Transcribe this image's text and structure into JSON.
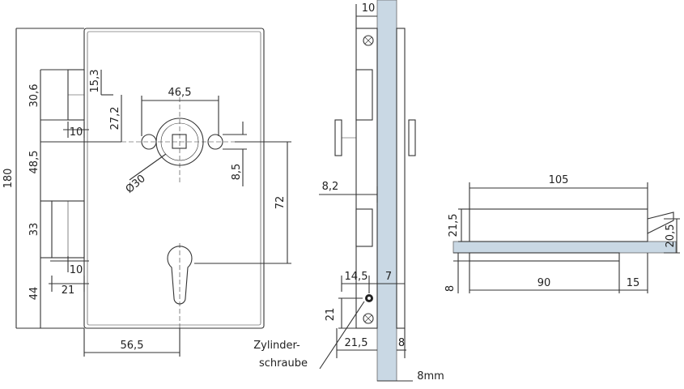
{
  "dims": {
    "total_height": "180",
    "d30_6": "30,6",
    "d15_3": "15,3",
    "d27_2": "27,2",
    "d46_5": "46,5",
    "d10_top": "10",
    "d48_5": "48,5",
    "d33": "33",
    "d44": "44",
    "d10_bottom": "10",
    "d21_front": "21",
    "d56_5": "56,5",
    "diameter_30": "Ø30",
    "d8_5": "8,5",
    "d72": "72",
    "side_top_10": "10",
    "side_8_2": "8,2",
    "side_14_5": "14,5",
    "side_7": "7",
    "side_21": "21",
    "side_21_5": "21,5",
    "side_8": "8",
    "glass_thickness": "8mm",
    "top_105": "105",
    "top_21_5": "21,5",
    "top_20_5": "20,5",
    "top_8": "8",
    "top_90": "90",
    "top_15": "15"
  },
  "callout": {
    "line1": "Zylinder-",
    "line2": "schraube"
  },
  "colors": {
    "line": "#333333",
    "glass": "#c9d8e4"
  }
}
